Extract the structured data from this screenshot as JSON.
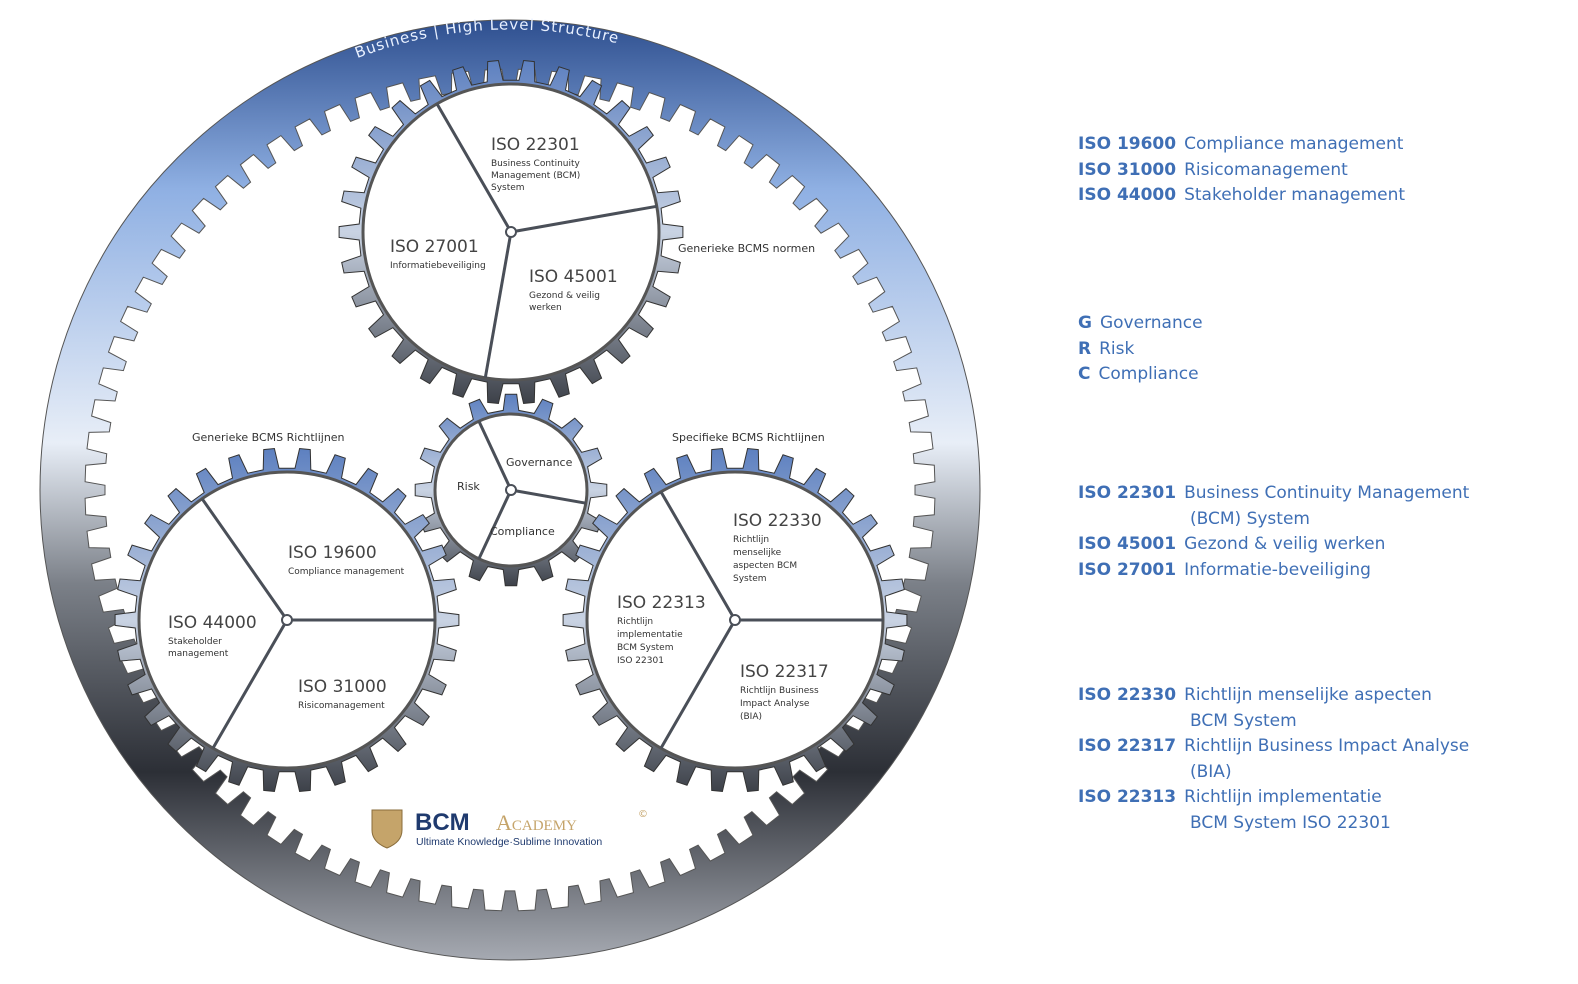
{
  "ring_title": "Business | High Level Structure",
  "gears": {
    "top": {
      "label": "Generieke BCMS normen",
      "segments": [
        {
          "code": "ISO 22301",
          "desc": [
            "Business Continuity",
            "Management (BCM)",
            "System"
          ]
        },
        {
          "code": "ISO 27001",
          "desc": [
            "Informatiebeveiliging"
          ]
        },
        {
          "code": "ISO 45001",
          "desc": [
            "Gezond & veilig",
            "werken"
          ]
        }
      ]
    },
    "center": {
      "segments": [
        "Governance",
        "Risk",
        "Compliance"
      ]
    },
    "left": {
      "label": "Generieke BCMS Richtlijnen",
      "segments": [
        {
          "code": "ISO 19600",
          "desc": [
            "Compliance management"
          ]
        },
        {
          "code": "ISO 44000",
          "desc": [
            "Stakeholder",
            "management"
          ]
        },
        {
          "code": "ISO 31000",
          "desc": [
            "Risicomanagement"
          ]
        }
      ]
    },
    "right": {
      "label": "Specifieke BCMS Richtlijnen",
      "segments": [
        {
          "code": "ISO 22330",
          "desc": [
            "Richtlijn",
            "menselijke",
            "aspecten BCM",
            "System"
          ]
        },
        {
          "code": "ISO 22313",
          "desc": [
            "Richtlijn",
            "implementatie",
            "BCM System",
            "ISO 22301"
          ]
        },
        {
          "code": "ISO 22317",
          "desc": [
            "Richtlijn Business",
            "Impact Analyse",
            "(BIA)"
          ]
        }
      ]
    }
  },
  "logo": {
    "brand1": "BCM",
    "brand2": "Academy",
    "copyright": "©",
    "tagline": "Ultimate Knowledge·Sublime Innovation"
  },
  "legend": [
    {
      "rows": [
        {
          "code": "ISO 19600",
          "text": "Compliance management"
        },
        {
          "code": "ISO 31000",
          "text": "Risicomanagement"
        },
        {
          "code": "ISO 44000",
          "text": "Stakeholder management"
        }
      ]
    },
    {
      "rows": [
        {
          "code": "G",
          "text": "Governance"
        },
        {
          "code": "R",
          "text": "Risk"
        },
        {
          "code": "C",
          "text": "Compliance"
        }
      ]
    },
    {
      "rows": [
        {
          "code": "ISO 22301",
          "text": "Business Continuity Management",
          "cont": "(BCM) System"
        },
        {
          "code": "ISO 45001",
          "text": "Gezond & veilig werken"
        },
        {
          "code": "ISO 27001",
          "text": "Informatie-beveiliging"
        }
      ]
    },
    {
      "rows": [
        {
          "code": "ISO 22330",
          "text": "Richtlijn menselijke aspecten",
          "cont": "BCM System"
        },
        {
          "code": "ISO 22317",
          "text": "Richtlijn Business Impact Analyse",
          "cont": "(BIA)"
        },
        {
          "code": "ISO 22313",
          "text": "Richtlijn implementatie",
          "cont": "BCM System ISO 22301"
        }
      ]
    }
  ],
  "colors": {
    "accent": "#3f6fb5",
    "steel_dark": "#3a3f48",
    "steel_blue": "#6f93cf",
    "gold": "#c5a46a",
    "navy": "#1f3a6e"
  }
}
